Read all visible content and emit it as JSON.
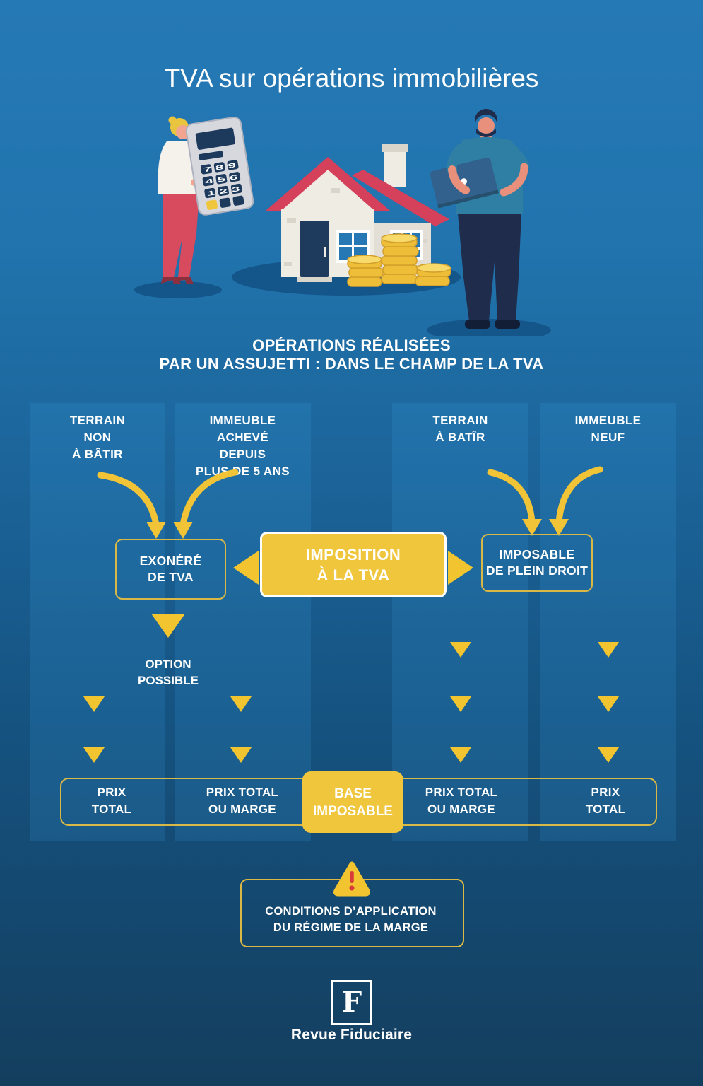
{
  "page": {
    "title": "TVA sur opérations immobilières",
    "subtitle": "OPÉRATIONS RÉALISÉES\nPAR UN ASSUJETTI : DANS LE CHAMP DE LA TVA"
  },
  "columns": [
    {
      "label": "TERRAIN\nNON\nÀ BÂTIR"
    },
    {
      "label": "IMMEUBLE\nACHEVÉ\nDEPUIS\nPLUS DE 5 ANS"
    },
    {
      "label": "TERRAIN\nÀ BATÎR"
    },
    {
      "label": "IMMEUBLE\nNEUF"
    }
  ],
  "boxes": {
    "exonere": "EXONÉRÉ\nDE TVA",
    "imposition": "IMPOSITION\nÀ LA TVA",
    "imposable": "IMPOSABLE\nDE PLEIN DROIT",
    "option": "OPTION\nPOSSIBLE",
    "base": "BASE\nIMPOSABLE"
  },
  "base_row": {
    "col1": "PRIX\nTOTAL",
    "col2": "PRIX TOTAL\nOU MARGE",
    "col3": "PRIX TOTAL\nOU MARGE",
    "col4": "PRIX\nTOTAL"
  },
  "warning": {
    "icon": "warning-triangle-icon",
    "text": "CONDITIONS D’APPLICATION\nDU RÉGIME DE LA MARGE"
  },
  "footer": {
    "logo_monogram": "F",
    "logo_text": "Revue Fiduciaire"
  },
  "illustration": {
    "scene": "woman-with-calculator, house-with-coins, man-with-laptop",
    "calc_rows": [
      "7 8 9",
      "4 5 6",
      "1 2 3"
    ]
  },
  "colors": {
    "bg_top": "#2579B5",
    "bg_bottom": "#143E5E",
    "column_tint": "rgba(64,170,235,0.16)",
    "accent_yellow": "#EFC63C",
    "arrow_yellow": "#F0C436",
    "outline_yellow": "#D9B845",
    "alert_red": "#D93B3B",
    "roof_red": "#D5405A",
    "text": "#FFFFFF"
  }
}
